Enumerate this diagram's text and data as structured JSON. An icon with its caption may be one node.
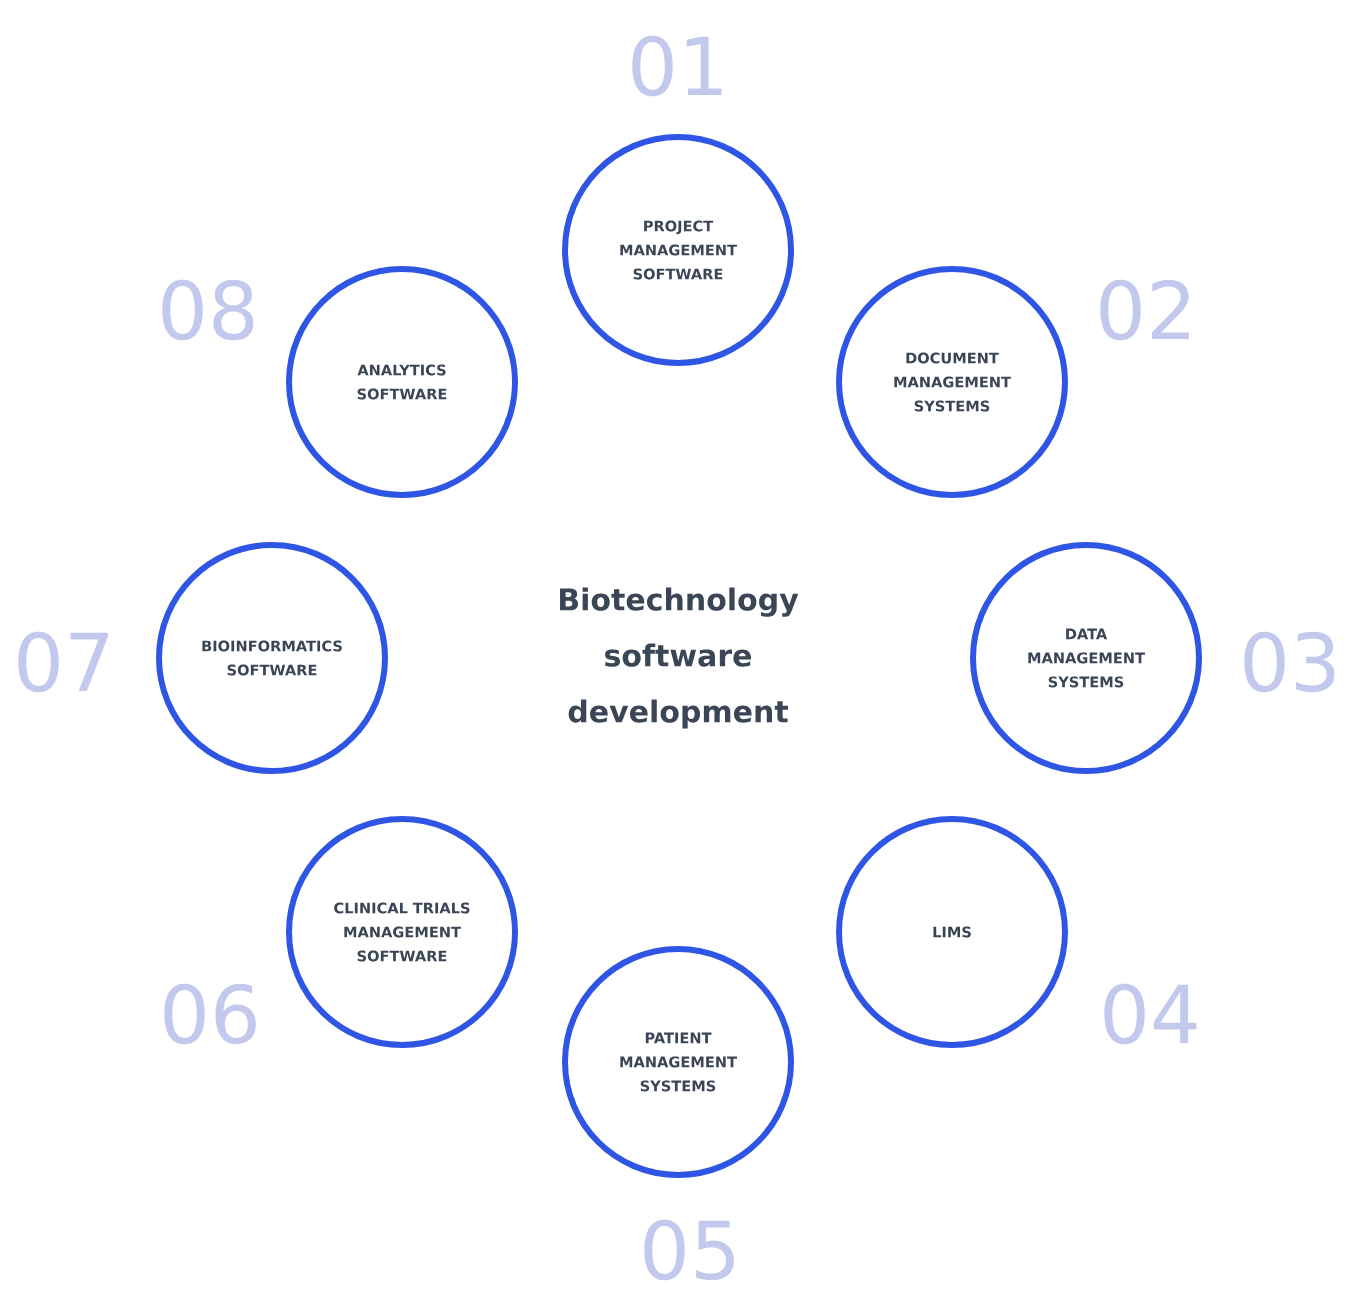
{
  "diagram": {
    "title": "Biotechnology software development",
    "nodes": [
      {
        "text": [
          "PROJECT MANAGEMENT SOFTWARE"
        ],
        "beside": [
          "01"
        ]
      },
      {
        "text": [
          "DOCUMENT MANAGEMENT SYSTEMS"
        ],
        "beside": [
          "02"
        ]
      },
      {
        "text": [
          "DATA MANAGEMENT SYSTEMS"
        ],
        "beside": [
          "03"
        ]
      },
      {
        "text": [
          "LIMS"
        ],
        "beside": [
          "04"
        ]
      },
      {
        "text": [
          "PATIENT MANAGEMENT SYSTEMS"
        ],
        "beside": [
          "05"
        ]
      },
      {
        "text": [
          "CLINICAL TRIALS MANAGEMENT SOFTWARE"
        ],
        "beside": [
          "06"
        ]
      },
      {
        "text": [
          "BIOINFORMATICS SOFTWARE"
        ],
        "beside": [
          "07"
        ]
      },
      {
        "text": [
          "ANALYTICS SOFTWARE"
        ],
        "beside": [
          "08"
        ]
      }
    ]
  }
}
